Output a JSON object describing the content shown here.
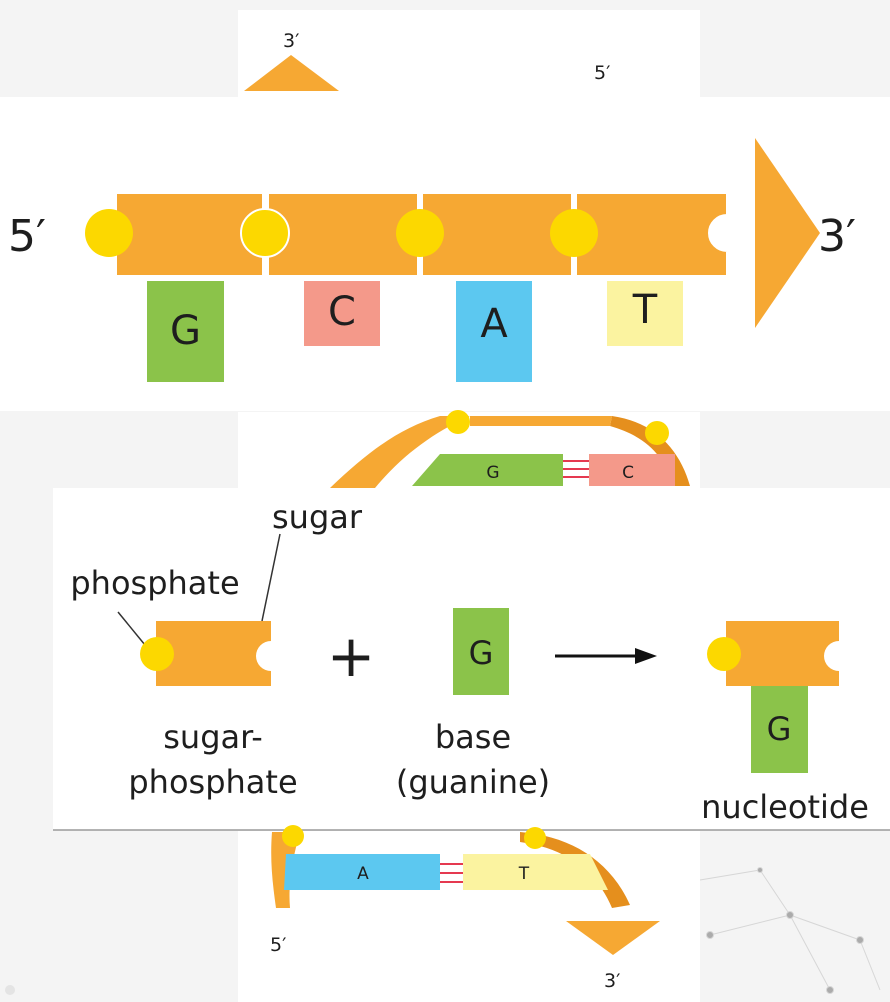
{
  "colors": {
    "backbone": "#F6A833",
    "backbone_dark": "#E58F1D",
    "phosphate": "#FCD800",
    "G": "#8BC34A",
    "C": "#F4998A",
    "A": "#5CC8F0",
    "T": "#FBF3A0",
    "hbond": "#E53950",
    "panel": "#FFFFFF",
    "background": "#F4F4F4"
  },
  "top_helix": {
    "label_3prime": "3′",
    "label_5prime": "5′"
  },
  "strand": {
    "end_5": "5′",
    "end_3": "3′",
    "bases": [
      "G",
      "C",
      "A",
      "T"
    ]
  },
  "mid_helix": {
    "pair": [
      "G",
      "C"
    ]
  },
  "nucleotide_panel": {
    "sugar_label": "sugar",
    "phosphate_label": "phosphate",
    "plus": "+",
    "base_letter": "G",
    "result_letter": "G",
    "sugar_phosphate_line1": "sugar-",
    "sugar_phosphate_line2": "phosphate",
    "base_line1": "base",
    "base_line2": "(guanine)",
    "nucleotide_label": "nucleotide"
  },
  "bottom_helix": {
    "pair": [
      "A",
      "T"
    ],
    "label_5prime": "5′",
    "label_3prime": "3′"
  }
}
